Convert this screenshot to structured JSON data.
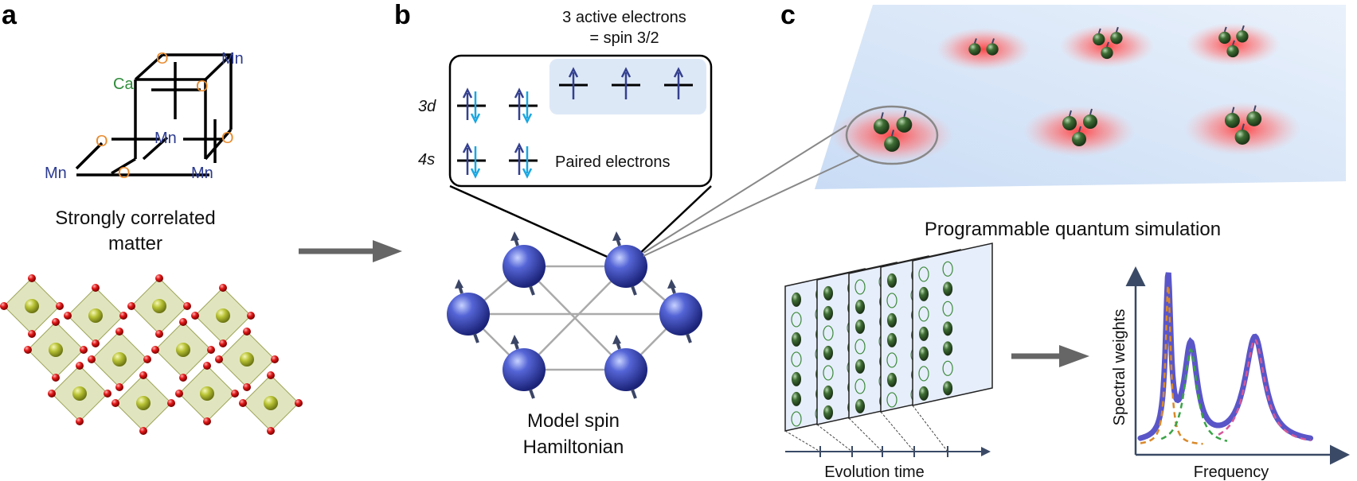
{
  "panels": {
    "a": {
      "label": "a",
      "title_line1": "Strongly correlated",
      "title_line2": "matter",
      "atoms": {
        "o": "O",
        "mn": "Mn",
        "ca": "Ca"
      }
    },
    "b": {
      "label": "b",
      "active_line1": "3 active electrons",
      "active_line2": "= spin 3/2",
      "orbital_3d": "3d",
      "orbital_4s": "4s",
      "paired_text": "Paired electrons",
      "title_line1": "Model spin",
      "title_line2": "Hamiltonian"
    },
    "c": {
      "label": "c",
      "title": "Programmable quantum simulation",
      "xaxis_time": "Evolution time",
      "chart_ylabel": "Spectral weights",
      "chart_xlabel": "Frequency"
    }
  },
  "colors": {
    "arrow": "#666666",
    "orange": "#e88b2e",
    "navy": "#2b3a8f",
    "green": "#2e8b3a",
    "spin_up": "#34408f",
    "spin_down": "#1aa7e0",
    "highlight": "#dde8f7",
    "purple_curve": "#5a56c8",
    "orange_dash": "#d98a2a",
    "green_dash": "#3ba347",
    "pink_dash": "#d45a9a"
  },
  "chart_data": {
    "type": "line",
    "xlabel": "Frequency",
    "ylabel": "Spectral weights",
    "series": [
      {
        "values": [
          0.02,
          0.05,
          0.2,
          0.97,
          0.35,
          0.38,
          0.55,
          0.25,
          0.12,
          0.2,
          0.42,
          0.6,
          0.35,
          0.12,
          0.05
        ]
      },
      {
        "values": [
          0.02,
          0.05,
          0.2,
          0.97,
          0.3,
          0.15,
          0.05,
          0.01
        ]
      },
      {
        "values": [
          0.02,
          0.08,
          0.25,
          0.55,
          0.25,
          0.08,
          0.02
        ]
      },
      {
        "values": [
          0.02,
          0.08,
          0.25,
          0.6,
          0.3,
          0.1,
          0.04
        ]
      }
    ]
  }
}
